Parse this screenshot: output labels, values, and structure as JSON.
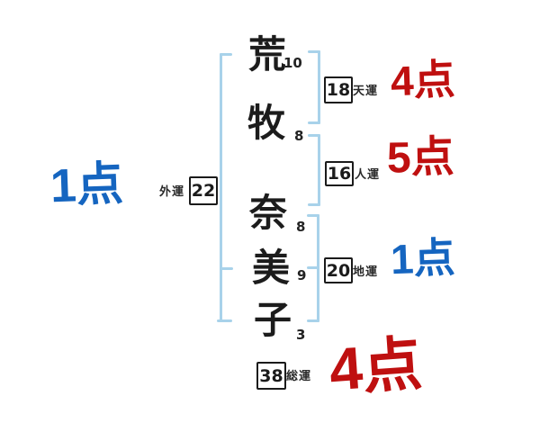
{
  "name": {
    "characters": [
      {
        "char": "荒",
        "strokes": "10"
      },
      {
        "char": "牧",
        "strokes": "8"
      },
      {
        "char": "奈",
        "strokes": "8"
      },
      {
        "char": "美",
        "strokes": "9"
      },
      {
        "char": "子",
        "strokes": "3"
      }
    ]
  },
  "fortunes": {
    "gaiun": {
      "label": "外運",
      "value": "22",
      "score": "1点",
      "score_color": "#1565c0"
    },
    "tenun": {
      "label": "天運",
      "value": "18",
      "score": "4点",
      "score_color": "#bf1010"
    },
    "jinun": {
      "label": "人運",
      "value": "16",
      "score": "5点",
      "score_color": "#bf1010"
    },
    "chiun": {
      "label": "地運",
      "value": "20",
      "score": "1点",
      "score_color": "#1565c0"
    },
    "souun": {
      "label": "総運",
      "value": "38",
      "score": "4点",
      "score_color": "#bf1010"
    }
  },
  "colors": {
    "ink": "#1c1c1c",
    "bracket_blue": "#a8d2ea",
    "score_red": "#bf1010",
    "score_blue": "#1565c0"
  }
}
